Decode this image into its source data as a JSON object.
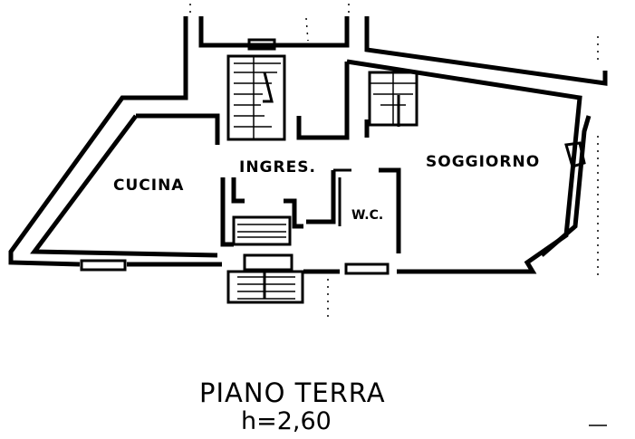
{
  "plan": {
    "rooms": {
      "cucina": "CUCINA",
      "ingresso": "INGRES.",
      "soggiorno": "SOGGIORNO",
      "wc": "W.C."
    },
    "title": "PIANO TERRA",
    "ceiling_height": "h=2,60"
  }
}
